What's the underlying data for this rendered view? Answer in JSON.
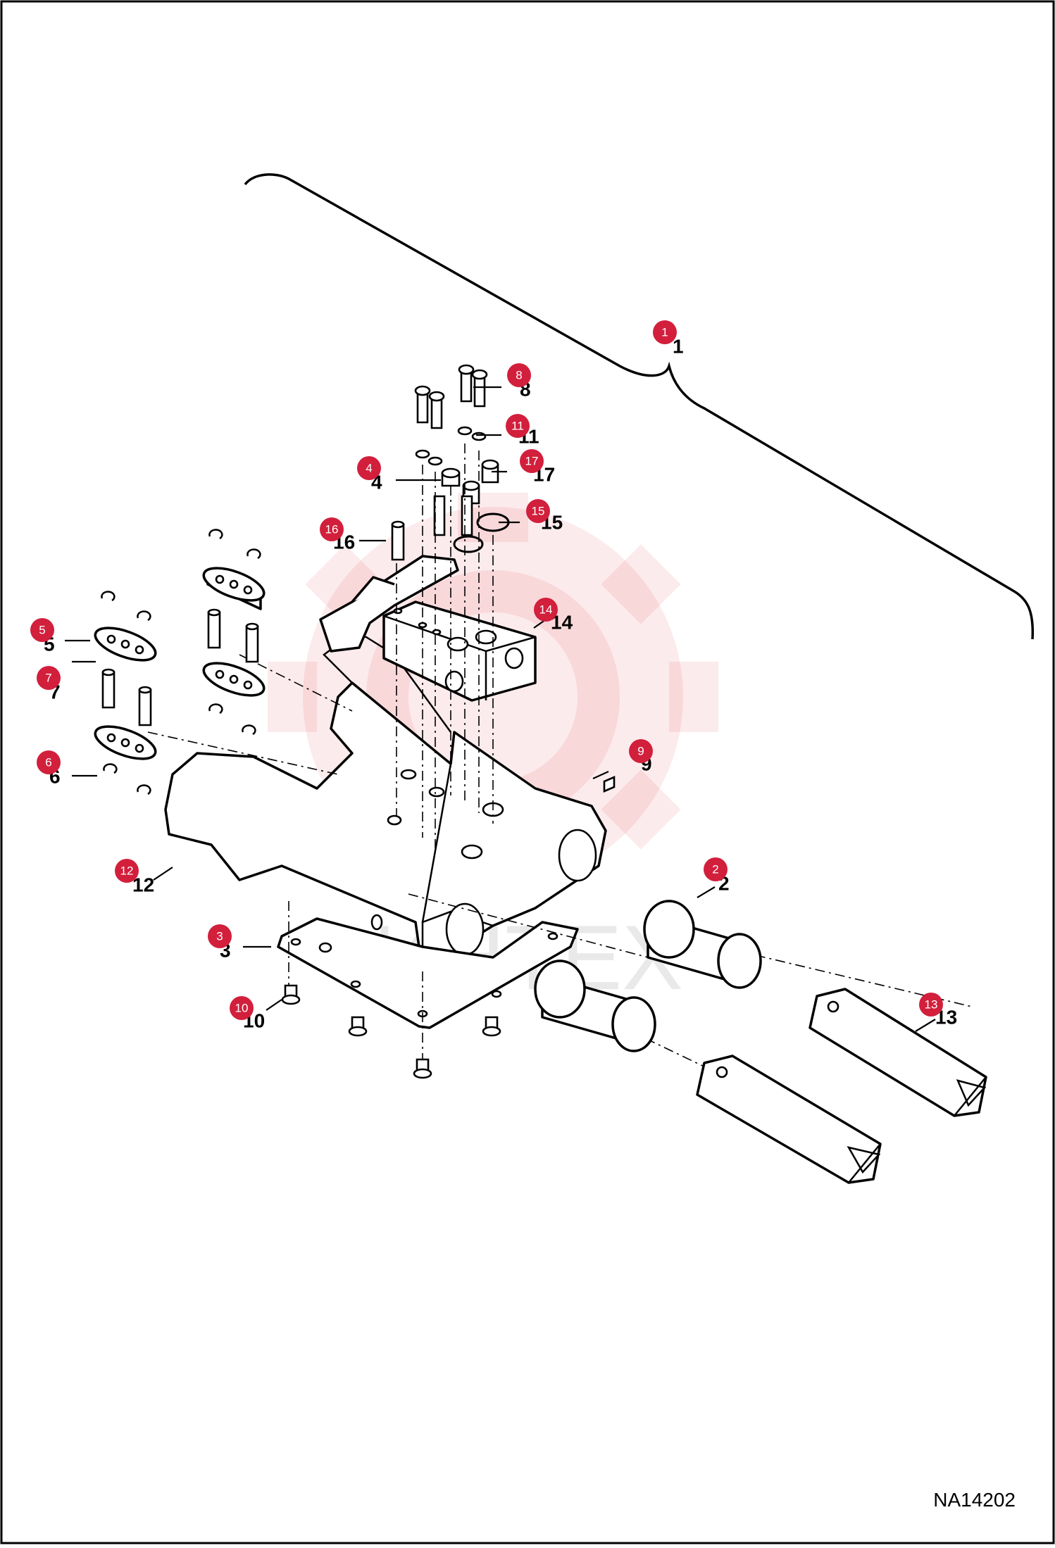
{
  "diagram": {
    "drawing_code": "NA14202",
    "watermark_text": "ИНТЕХ",
    "callouts": [
      {
        "id": "1",
        "label": "1"
      },
      {
        "id": "2",
        "label": "2"
      },
      {
        "id": "3",
        "label": "3"
      },
      {
        "id": "4",
        "label": "4"
      },
      {
        "id": "5",
        "label": "5"
      },
      {
        "id": "6",
        "label": "6"
      },
      {
        "id": "7",
        "label": "7"
      },
      {
        "id": "8",
        "label": "8"
      },
      {
        "id": "9",
        "label": "9"
      },
      {
        "id": "10",
        "label": "10"
      },
      {
        "id": "11",
        "label": "11"
      },
      {
        "id": "12",
        "label": "12"
      },
      {
        "id": "13",
        "label": "13"
      },
      {
        "id": "14",
        "label": "14"
      },
      {
        "id": "15",
        "label": "15"
      },
      {
        "id": "16",
        "label": "16"
      },
      {
        "id": "17",
        "label": "17"
      }
    ],
    "part_numbers": [
      {
        "id": "1",
        "label": "1"
      },
      {
        "id": "2",
        "label": "2"
      },
      {
        "id": "3",
        "label": "3"
      },
      {
        "id": "4",
        "label": "4"
      },
      {
        "id": "5",
        "label": "5"
      },
      {
        "id": "6",
        "label": "6"
      },
      {
        "id": "7",
        "label": "7"
      },
      {
        "id": "8",
        "label": "8"
      },
      {
        "id": "9",
        "label": "9"
      },
      {
        "id": "10",
        "label": "10"
      },
      {
        "id": "11",
        "label": "11"
      },
      {
        "id": "12",
        "label": "12"
      },
      {
        "id": "13",
        "label": "13"
      },
      {
        "id": "14",
        "label": "14"
      },
      {
        "id": "15",
        "label": "15"
      },
      {
        "id": "16",
        "label": "16"
      },
      {
        "id": "17",
        "label": "17"
      }
    ]
  },
  "colors": {
    "callout": "#d21f3c",
    "line": "#000000",
    "background": "#ffffff",
    "watermark": "#e0232f"
  }
}
